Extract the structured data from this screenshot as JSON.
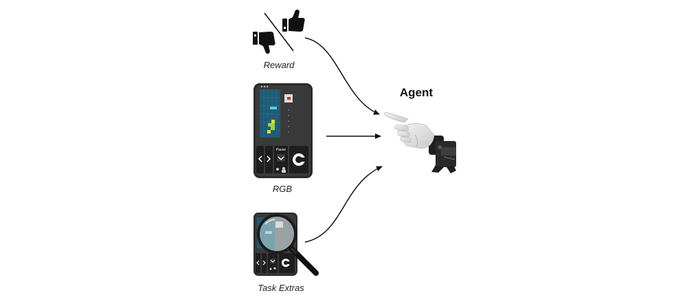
{
  "inputs": [
    {
      "id": "reward",
      "caption": "Reward",
      "icon": "thumbs-up-down-icon"
    },
    {
      "id": "rgb",
      "caption": "RGB",
      "icon": "tetris-phone-screen"
    },
    {
      "id": "task_extras",
      "caption": "Task Extras",
      "icon": "magnifier-phone-screen"
    }
  ],
  "agent": {
    "title": "Agent",
    "icon": "robot-hand-icon"
  },
  "game_screen": {
    "pause_label": "Pause"
  },
  "colors": {
    "arrow": "#111111",
    "phone_body": "#2b2b2b",
    "game_well": "#1f5b73",
    "game_block_green": "#9fd14a",
    "game_block_yellow": "#e8d84a",
    "game_block_cyan": "#66c8e0"
  }
}
